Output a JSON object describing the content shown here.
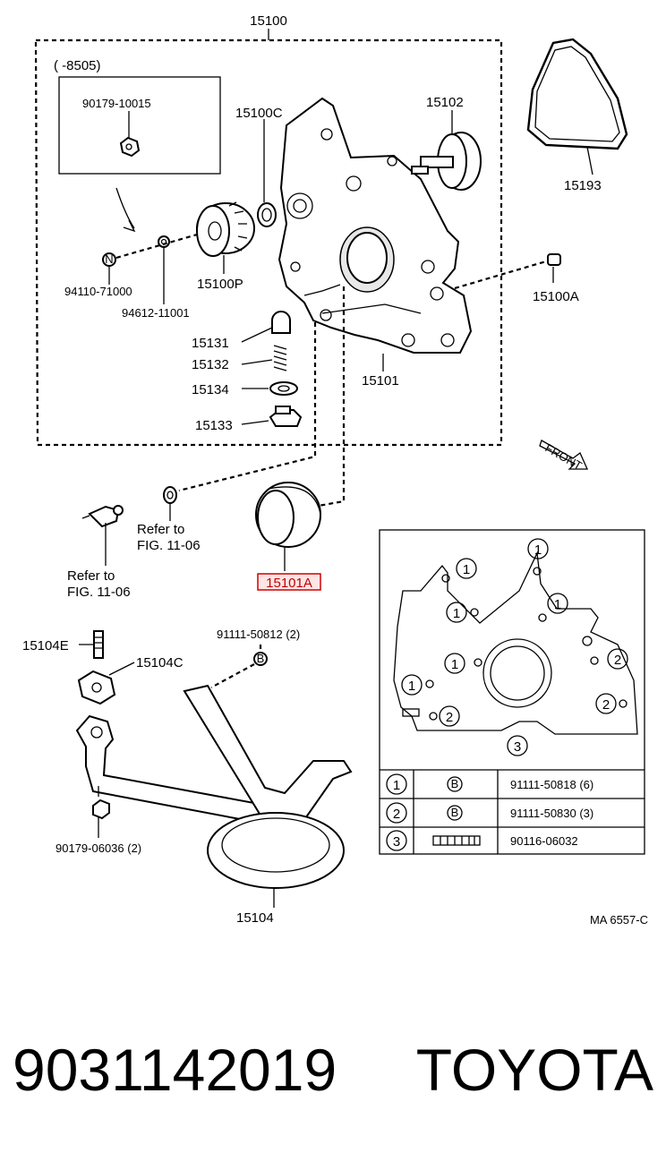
{
  "diagram": {
    "labels": {
      "assy": "15100",
      "range": "(      -8505)",
      "nut_inset": "90179-10015",
      "seal_pump": "15100C",
      "drive_shaft": "15102",
      "gasket": "15193",
      "nut": "94110-71000",
      "washer": "94612-11001",
      "rotor": "15100P",
      "body_pin": "15100A",
      "valve": "15131",
      "spring": "15132",
      "gasket_plug": "15134",
      "plug": "15133",
      "body": "15101",
      "front": "FRONT",
      "refer1_a": "Refer to",
      "refer1_b": "FIG. 11-06",
      "refer2_a": "Refer to",
      "refer2_b": "FIG. 11-06",
      "oil_seal": "15101A",
      "stud": "15104E",
      "gasket_strainer": "15104C",
      "bolt_b": "91111-50812  (2)",
      "b_mark": "B",
      "nut_strainer": "90179-06036  (2)",
      "strainer": "15104",
      "code": "MA 6557-C"
    },
    "legend": {
      "rows": [
        {
          "num": "1",
          "mark": "B",
          "part": "91111-50818  (6)"
        },
        {
          "num": "2",
          "mark": "B",
          "part": "91111-50830  (3)"
        },
        {
          "num": "3",
          "mark": "",
          "part": "90116-06032"
        }
      ],
      "callouts": [
        "1",
        "1",
        "1",
        "1",
        "1",
        "1",
        "2",
        "2",
        "2",
        "3"
      ]
    }
  },
  "footer": {
    "part_number": "9031142019",
    "brand": "TOYOTA"
  }
}
